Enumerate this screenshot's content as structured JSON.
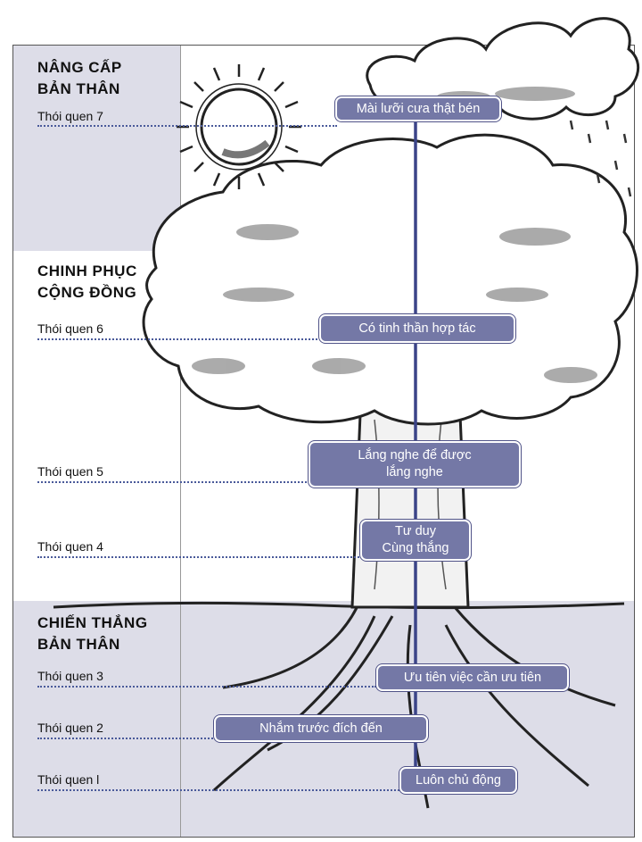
{
  "sections": [
    {
      "title": "NÂNG CẤP\nBẢN THÂN"
    },
    {
      "title": "CHINH PHỤC\nCỘNG ĐỒNG"
    },
    {
      "title": "CHIẾN THẮNG\nBẢN THÂN"
    }
  ],
  "habits": [
    {
      "label": "Thói quen 7",
      "principle": "Mài lưỡi cưa thật bén"
    },
    {
      "label": "Thói quen 6",
      "principle": "Có tinh thần hợp tác"
    },
    {
      "label": "Thói quen 5",
      "principle": "Lắng nghe để được\nlắng nghe"
    },
    {
      "label": "Thói quen 4",
      "principle": "Tư duy\nCùng thắng"
    },
    {
      "label": "Thói quen 3",
      "principle": "Ưu tiên việc cần ưu tiên"
    },
    {
      "label": "Thói quen 2",
      "principle": "Nhắm trước đích đến"
    },
    {
      "label": "Thói quen l",
      "principle": "Luôn chủ động"
    }
  ],
  "colors": {
    "band": "#dddde8",
    "pill": "#7478a6",
    "stem": "#3b4488",
    "dots": "#4a5a9a"
  }
}
